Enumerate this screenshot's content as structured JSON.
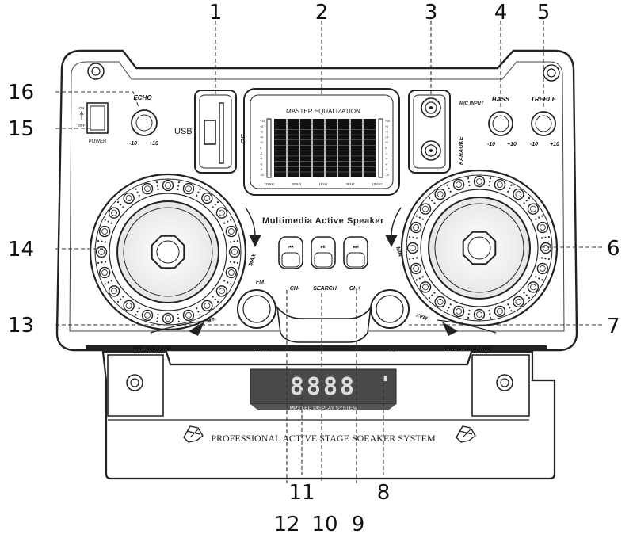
{
  "callouts": {
    "n1": "1",
    "n2": "2",
    "n3": "3",
    "n4": "4",
    "n5": "5",
    "n6": "6",
    "n7": "7",
    "n8": "8",
    "n9": "9",
    "n10": "10",
    "n11": "11",
    "n12": "12",
    "n13": "13",
    "n14": "14",
    "n15": "15",
    "n16": "16"
  },
  "panel": {
    "usb": "USB",
    "sd": "SD",
    "eq_title": "MASTER EQUALIZATION",
    "freq": [
      "100Hz",
      "300Hz",
      "1KHz",
      "3KHz",
      "10KHz"
    ],
    "db_scale": [
      "+10",
      "+8",
      "+6",
      "+4",
      "+2",
      "0",
      "-2",
      "-4",
      "-6",
      "-8",
      "-10"
    ],
    "mic_input": "MIC INPUT",
    "karaoke": "KARAOKE",
    "bass": "BASS",
    "treble": "TREBLE",
    "echo": "ECHO",
    "power": "POWER",
    "on": "ON",
    "off": "OFF",
    "minus10": "-10",
    "plus10": "+10",
    "tagline": "Multimedia Active Speaker",
    "max": "MAX",
    "min": "MIN",
    "fm": "FM",
    "ch_minus": "CH-",
    "search": "SEARCH",
    "ch_plus": "CH+",
    "input": "INPUT",
    "eq": "EQ",
    "mic_volume": "MIC VOLUME",
    "marst_volume": "MARST VOLUME",
    "prev_icon": "⏮",
    "play_icon": "⏯",
    "next_icon": "⏭",
    "display_digits": "8888",
    "display_caption": "MP3 LED  DISPLAY   SYSTEM",
    "footer": "PROFESSIONAL ACTIVE STAGE SOEAKER SYSTEM"
  }
}
